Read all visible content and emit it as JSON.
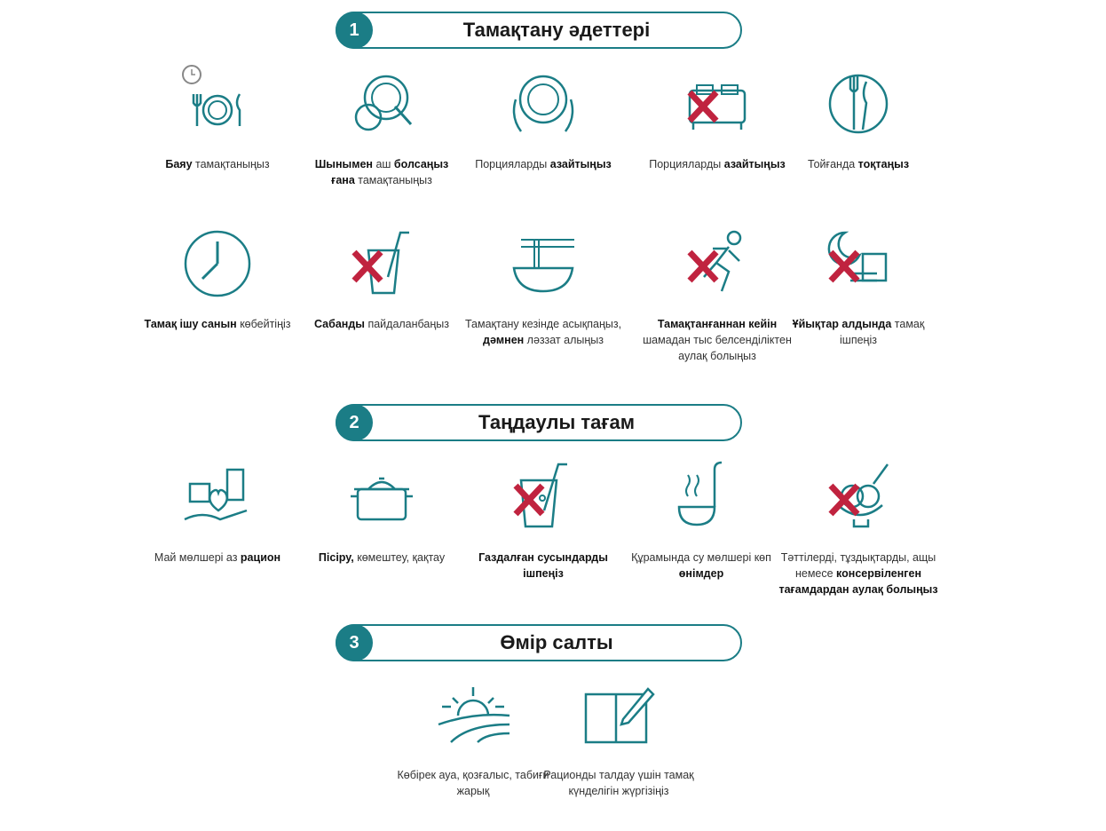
{
  "colors": {
    "teal": "#1b7d86",
    "cross": "#c0233f"
  },
  "sections": [
    {
      "number": "1",
      "title": "Тамақтану әдеттері"
    },
    {
      "number": "2",
      "title": "Таңдаулы тағам"
    },
    {
      "number": "3",
      "title": "Өмір салты"
    }
  ],
  "items": [
    {
      "icon": "clock-plate-icon",
      "cross": false,
      "parts": [
        {
          "t": "Баяу",
          "b": true
        },
        {
          "t": " тамақтаныңыз",
          "b": false
        }
      ]
    },
    {
      "icon": "hungry-child-icon",
      "cross": false,
      "parts": [
        {
          "t": "Шынымен",
          "b": true
        },
        {
          "t": " аш ",
          "b": false
        },
        {
          "t": "болсаңыз ғана",
          "b": true
        },
        {
          "t": " тамақтаныңыз",
          "b": false
        }
      ]
    },
    {
      "icon": "hands-plate-icon",
      "cross": false,
      "parts": [
        {
          "t": "Порцияларды ",
          "b": false
        },
        {
          "t": "азайтыңыз",
          "b": true
        }
      ]
    },
    {
      "icon": "bed-icon",
      "cross": true,
      "parts": [
        {
          "t": "Порцияларды ",
          "b": false
        },
        {
          "t": "азайтыңыз",
          "b": true
        }
      ]
    },
    {
      "icon": "clock-cutlery-icon",
      "cross": false,
      "parts": [
        {
          "t": "Тойғанда ",
          "b": false
        },
        {
          "t": "тоқтаңыз",
          "b": true
        }
      ]
    },
    {
      "icon": "clock-icon",
      "cross": false,
      "parts": [
        {
          "t": "Тамақ ішу ",
          "b": true
        },
        {
          "t": "санын",
          "b": true
        },
        {
          "t": " көбейтіңіз",
          "b": false
        }
      ]
    },
    {
      "icon": "glass-straw-icon",
      "cross": true,
      "parts": [
        {
          "t": "Сабанды",
          "b": true
        },
        {
          "t": " пайдаланбаңыз",
          "b": false
        }
      ]
    },
    {
      "icon": "noodle-bowl-icon",
      "cross": false,
      "parts": [
        {
          "t": "Тамақтану кезінде асықпаңыз, ",
          "b": false
        },
        {
          "t": "дәмнен",
          "b": true
        },
        {
          "t": " ләззат алыңыз",
          "b": false
        }
      ]
    },
    {
      "icon": "running-man-icon",
      "cross": true,
      "parts": [
        {
          "t": "Тамақтанғаннан кейін",
          "b": true
        },
        {
          "t": " шамадан тыс белсенділіктен аулақ болыңыз",
          "b": false
        }
      ]
    },
    {
      "icon": "night-food-icon",
      "cross": true,
      "parts": [
        {
          "t": "Ұйықтар алдында",
          "b": true
        },
        {
          "t": " тамақ ішпеңіз",
          "b": false
        }
      ]
    },
    {
      "icon": "healthy-food-hand-icon",
      "cross": false,
      "parts": [
        {
          "t": "Май мөлшері аз ",
          "b": false
        },
        {
          "t": "рацион",
          "b": true
        }
      ]
    },
    {
      "icon": "pot-icon",
      "cross": false,
      "parts": [
        {
          "t": "Пісіру,",
          "b": true
        },
        {
          "t": " көмештеу, қақтау",
          "b": false
        }
      ]
    },
    {
      "icon": "soda-icon",
      "cross": true,
      "parts": [
        {
          "t": "Газдалған сусындарды ішпеңіз",
          "b": true
        }
      ]
    },
    {
      "icon": "ladle-icon",
      "cross": false,
      "parts": [
        {
          "t": "Құрамында су мөлшері көп ",
          "b": false
        },
        {
          "t": "өнімдер",
          "b": true
        }
      ]
    },
    {
      "icon": "ice-cream-icon",
      "cross": true,
      "parts": [
        {
          "t": "Тәттілерді, тұздықтарды, ащы немесе ",
          "b": false
        },
        {
          "t": "консервіленген тағамдардан аулақ болыңыз",
          "b": true
        }
      ]
    },
    {
      "icon": "sunrise-field-icon",
      "cross": false,
      "parts": [
        {
          "t": "Көбірек ауа, қозғалыс, табиғи жарық",
          "b": false
        }
      ]
    },
    {
      "icon": "diary-pencil-icon",
      "cross": false,
      "parts": [
        {
          "t": "Рационды талдау үшін тамақ күнделігін жүргізіңіз",
          "b": false
        }
      ]
    }
  ]
}
